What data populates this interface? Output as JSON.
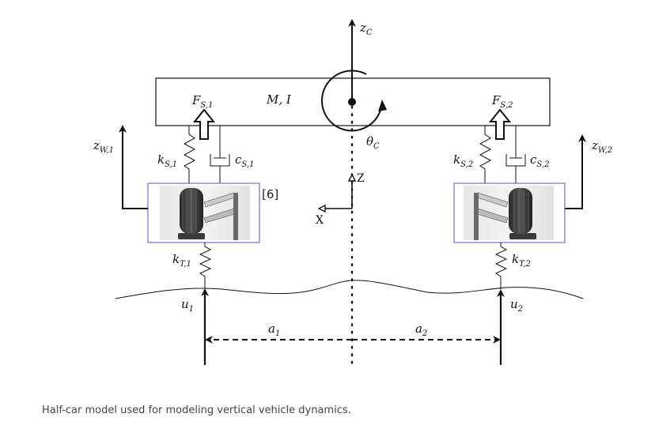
{
  "diagram": {
    "title": "Half-car model",
    "body": {
      "label": "M, I",
      "force_left": {
        "base": "F",
        "sub": "S,1"
      },
      "force_right": {
        "base": "F",
        "sub": "S,2"
      }
    },
    "chassis_vertical": {
      "base": "z",
      "sub": "C"
    },
    "chassis_pitch": {
      "base": "θ",
      "sub": "C"
    },
    "coordinate_frame": {
      "z_label": "Z",
      "x_label": "X"
    },
    "left_corner": {
      "wheel_displacement": {
        "base": "z",
        "sub": "W,1"
      },
      "spring": {
        "base": "k",
        "sub": "S,1"
      },
      "damper": {
        "base": "c",
        "sub": "S,1"
      },
      "tire": {
        "base": "k",
        "sub": "T,1"
      },
      "road_input": {
        "base": "u",
        "sub": "1"
      },
      "distance": {
        "base": "a",
        "sub": "1"
      },
      "reference": "[6]"
    },
    "right_corner": {
      "wheel_displacement": {
        "base": "z",
        "sub": "W,2"
      },
      "spring": {
        "base": "k",
        "sub": "S,2"
      },
      "damper": {
        "base": "c",
        "sub": "S,2"
      },
      "tire": {
        "base": "k",
        "sub": "T,2"
      },
      "road_input": {
        "base": "u",
        "sub": "2"
      },
      "distance": {
        "base": "a",
        "sub": "2"
      }
    },
    "colors": {
      "line": "#111111",
      "wheel_frame": "#7b7bd0",
      "caption": "#444444"
    }
  },
  "caption": "Half-car model used for modeling vertical vehicle dynamics."
}
